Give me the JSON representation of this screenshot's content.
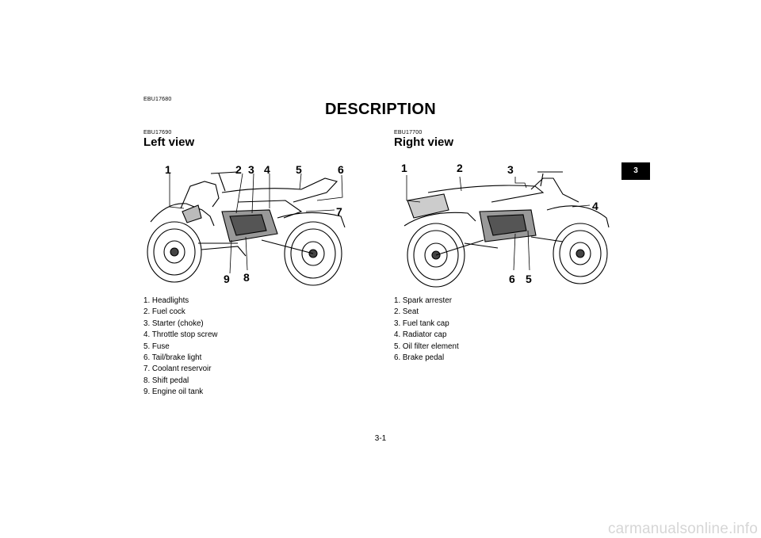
{
  "header": {
    "section_code": "EBU17680",
    "title": "DESCRIPTION"
  },
  "chapter_tab": "3",
  "left": {
    "code": "EBU17690",
    "heading": "Left view",
    "callouts": [
      "1",
      "2",
      "3",
      "4",
      "5",
      "6",
      "7",
      "8",
      "9"
    ],
    "items": [
      "1. Headlights",
      "2. Fuel cock",
      "3. Starter (choke)",
      "4. Throttle stop screw",
      "5. Fuse",
      "6. Tail/brake light",
      "7. Coolant reservoir",
      "8. Shift pedal",
      "9. Engine oil tank"
    ]
  },
  "right": {
    "code": "EBU17700",
    "heading": "Right view",
    "callouts": [
      "1",
      "2",
      "3",
      "4",
      "5",
      "6"
    ],
    "items": [
      "1. Spark arrester",
      "2. Seat",
      "3. Fuel tank cap",
      "4. Radiator cap",
      "5. Oil filter element",
      "6. Brake pedal"
    ]
  },
  "page_number": "3-1",
  "watermark": "carmanualsonline.info"
}
